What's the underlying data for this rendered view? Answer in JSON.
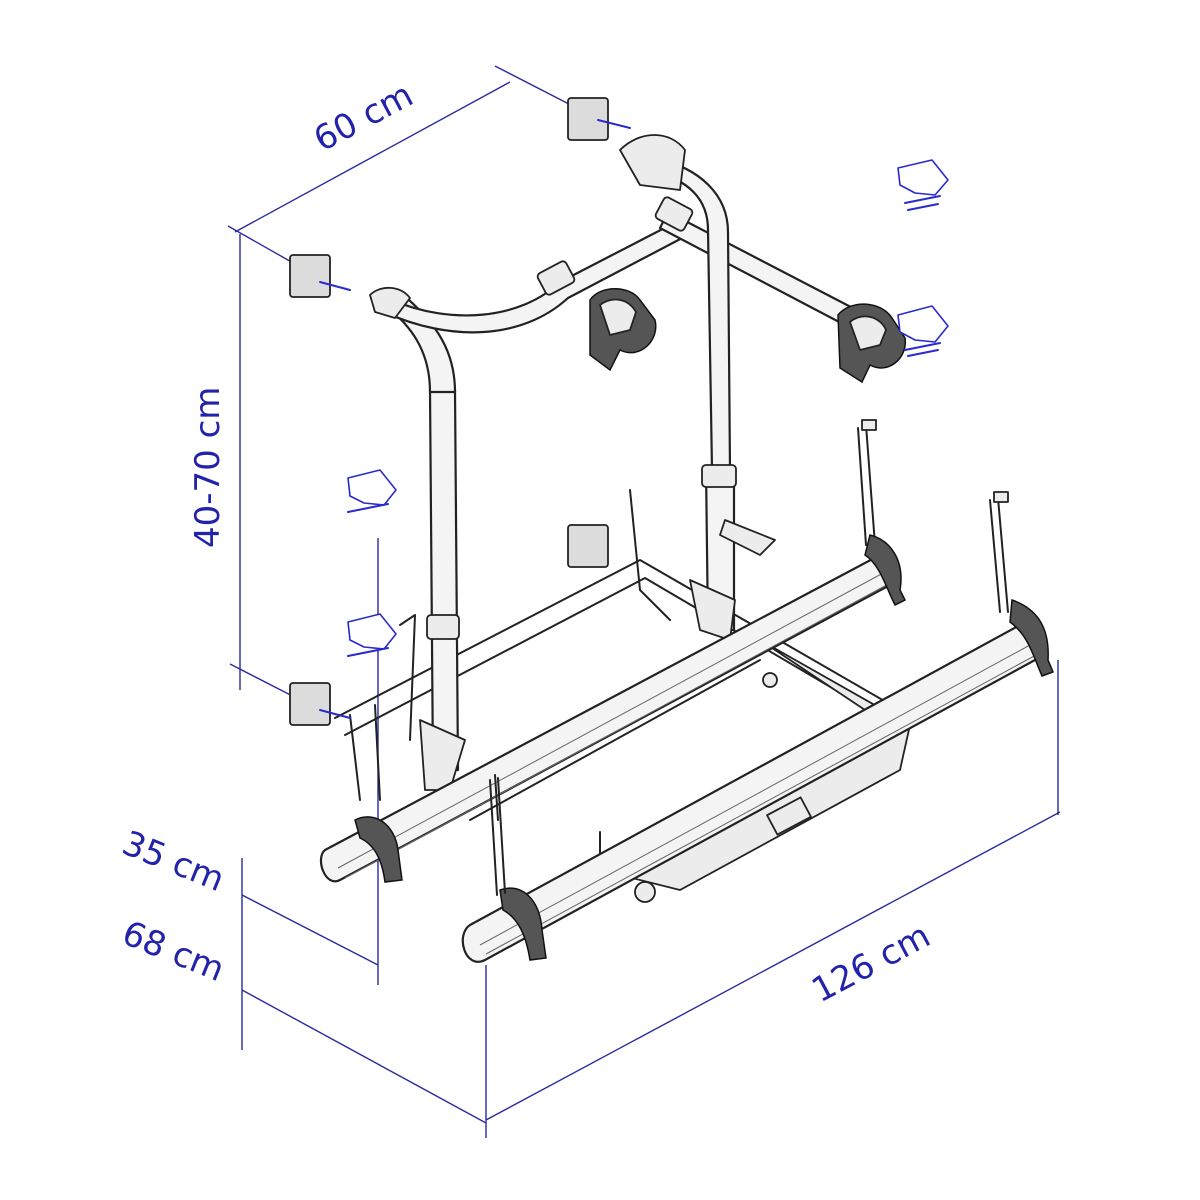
{
  "dimensions": {
    "width": "60 cm",
    "height_range": "40-70 cm",
    "depth_top": "35 cm",
    "depth_bottom": "68 cm",
    "length": "126 cm"
  },
  "colors": {
    "dimension": "#2222aa",
    "outline": "#222222",
    "accent_blue": "#2a2acf"
  }
}
